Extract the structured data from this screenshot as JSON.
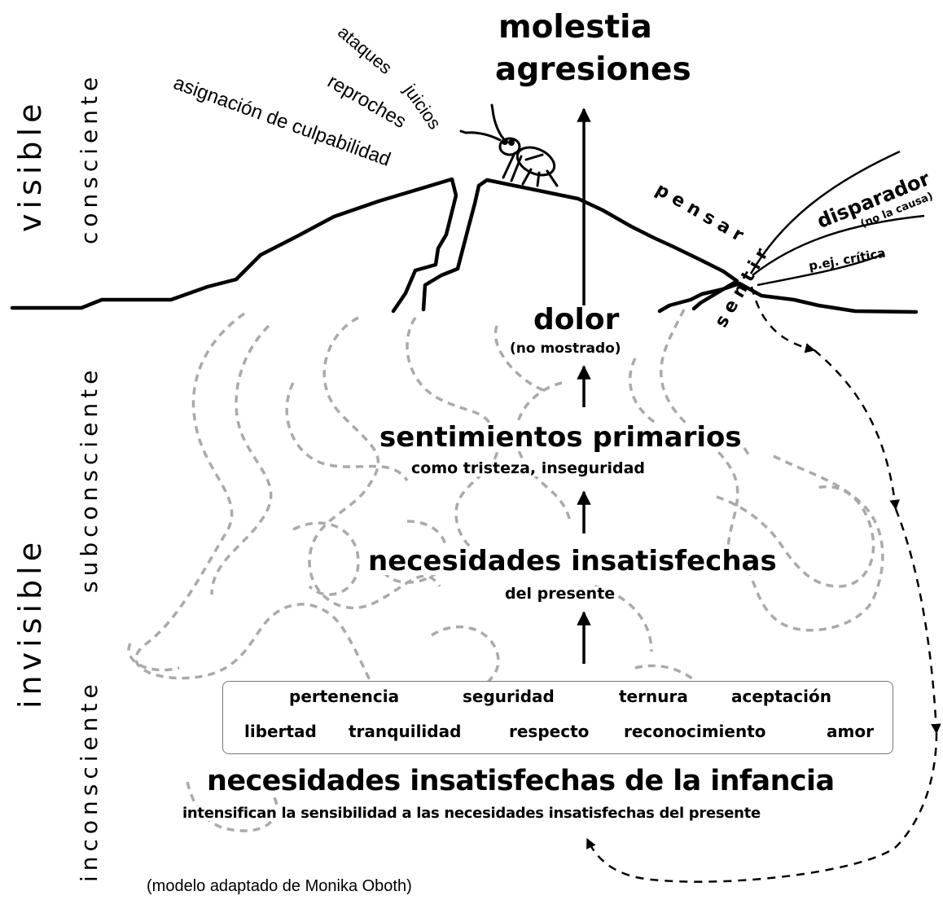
{
  "levels": {
    "visible": "visible",
    "invisible": "invisible",
    "consciente": "consciente",
    "subconsciente": "subconsciente",
    "inconsciente": "inconsciente"
  },
  "top": {
    "line1": "molestia",
    "line2": "agresiones"
  },
  "behaviors": {
    "asignacion": "asignación de culpabilidad",
    "reproches": "reproches",
    "ataques": "ataques",
    "juicios": "juicios"
  },
  "trigger": {
    "pensar": "pensar",
    "sentir": "sentir",
    "disparador": "disparador",
    "no_causa": "(no la causa)",
    "ejemplo": "p.ej. crítica"
  },
  "chain": {
    "dolor": "dolor",
    "dolor_sub": "(no mostrado)",
    "sentimientos": "sentimientos primarios",
    "sentimientos_sub": "como tristeza, inseguridad",
    "necesidades": "necesidades insatisfechas",
    "necesidades_sub": "del presente"
  },
  "needs_row1": [
    "pertenencia",
    "seguridad",
    "ternura",
    "aceptación"
  ],
  "needs_row2": [
    "libertad",
    "tranquilidad",
    "respecto",
    "reconocimiento",
    "amor"
  ],
  "infancia": {
    "title": "necesidades insatisfechas de la infancia",
    "sub": "intensifican la sensibilidad a las necesidades insatisfechas del presente"
  },
  "credit": "(modelo adaptado de Monika Oboth)",
  "colors": {
    "ink": "#000000",
    "dashed_cloud": "#aaaaaa",
    "box_border": "#777777"
  }
}
